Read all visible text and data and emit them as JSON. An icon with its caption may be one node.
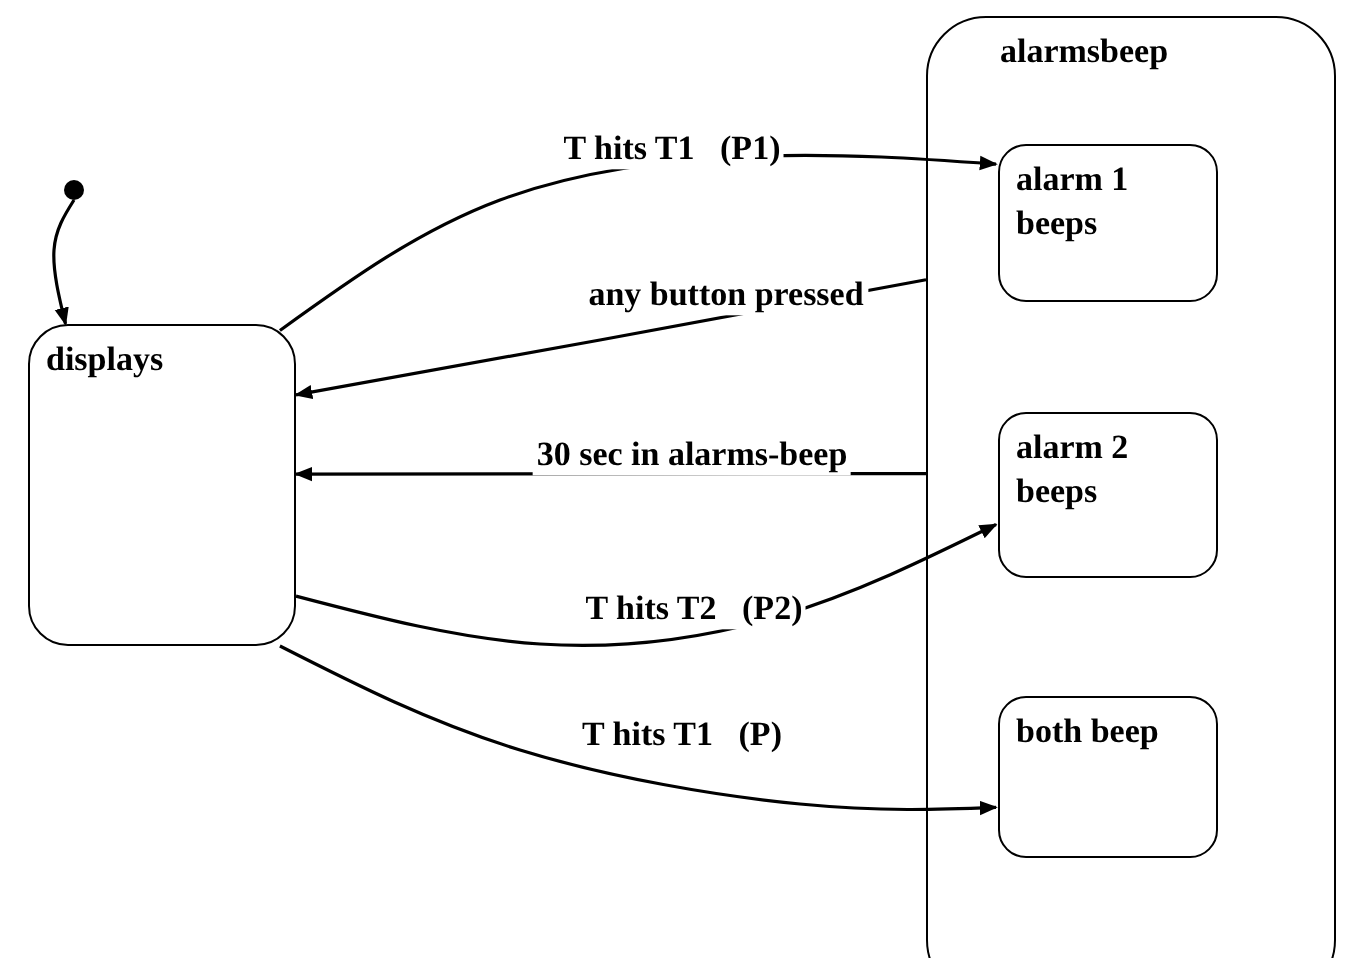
{
  "diagram": {
    "nodes": [
      {
        "text": [],
        "shape": "circle"
      },
      {
        "text": [
          "displays"
        ]
      },
      {
        "text": [
          "alarmsbeep"
        ]
      },
      {
        "text": [
          "alarm 1 beeps"
        ],
        "in": 2
      },
      {
        "text": [
          "alarm 2 beeps"
        ],
        "in": 2
      },
      {
        "text": [
          "both beep"
        ],
        "in": 2
      }
    ],
    "edges": [
      {
        "from": 0,
        "to": 1,
        "arrow": "to"
      },
      {
        "from": 1,
        "to": 3,
        "arrow": "to",
        "label": "T hits T1   (P1)"
      },
      {
        "from": 2,
        "to": 1,
        "arrow": "to",
        "label": "any button pressed"
      },
      {
        "from": 2,
        "to": 1,
        "arrow": "to",
        "label": "30 sec in alarms-beep"
      },
      {
        "from": 1,
        "to": 4,
        "arrow": "to",
        "label": "T hits T2   (P2)"
      },
      {
        "from": 1,
        "to": 5,
        "arrow": "to",
        "label": "T hits T1   (P)"
      }
    ]
  }
}
